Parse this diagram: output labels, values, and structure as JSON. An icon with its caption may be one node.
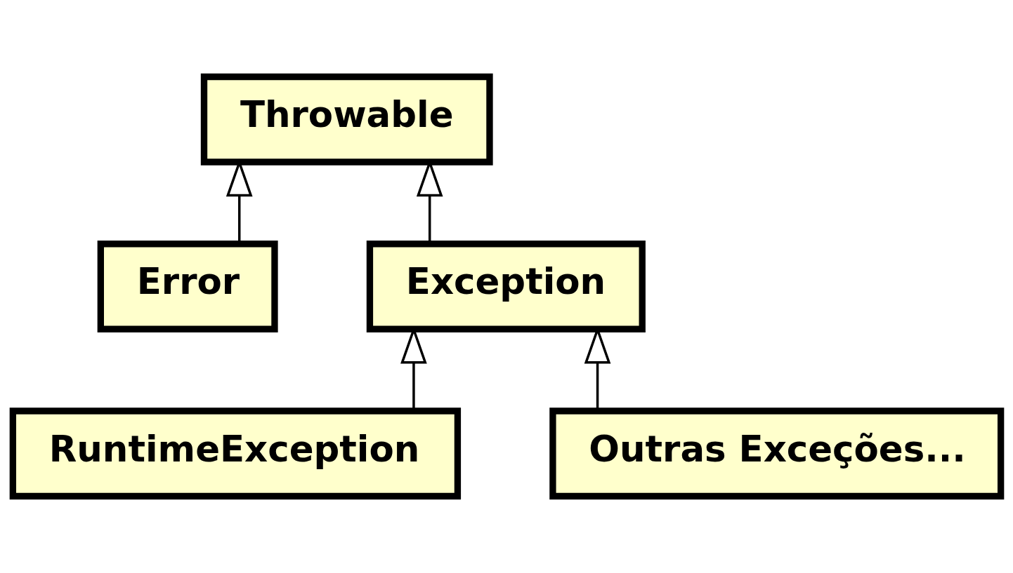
{
  "diagram": {
    "nodes": [
      {
        "text": [
          "Throwable"
        ]
      },
      {
        "text": [
          "Error"
        ]
      },
      {
        "text": [
          "Exception"
        ]
      },
      {
        "text": [
          "RuntimeException"
        ]
      },
      {
        "text": [
          "Outras Exceções..."
        ]
      }
    ],
    "edges": [
      {
        "from": 1,
        "to": 0,
        "arrow": "to"
      },
      {
        "from": 2,
        "to": 0,
        "arrow": "to"
      },
      {
        "from": 3,
        "to": 2,
        "arrow": "to"
      },
      {
        "from": 4,
        "to": 2,
        "arrow": "to"
      }
    ]
  }
}
